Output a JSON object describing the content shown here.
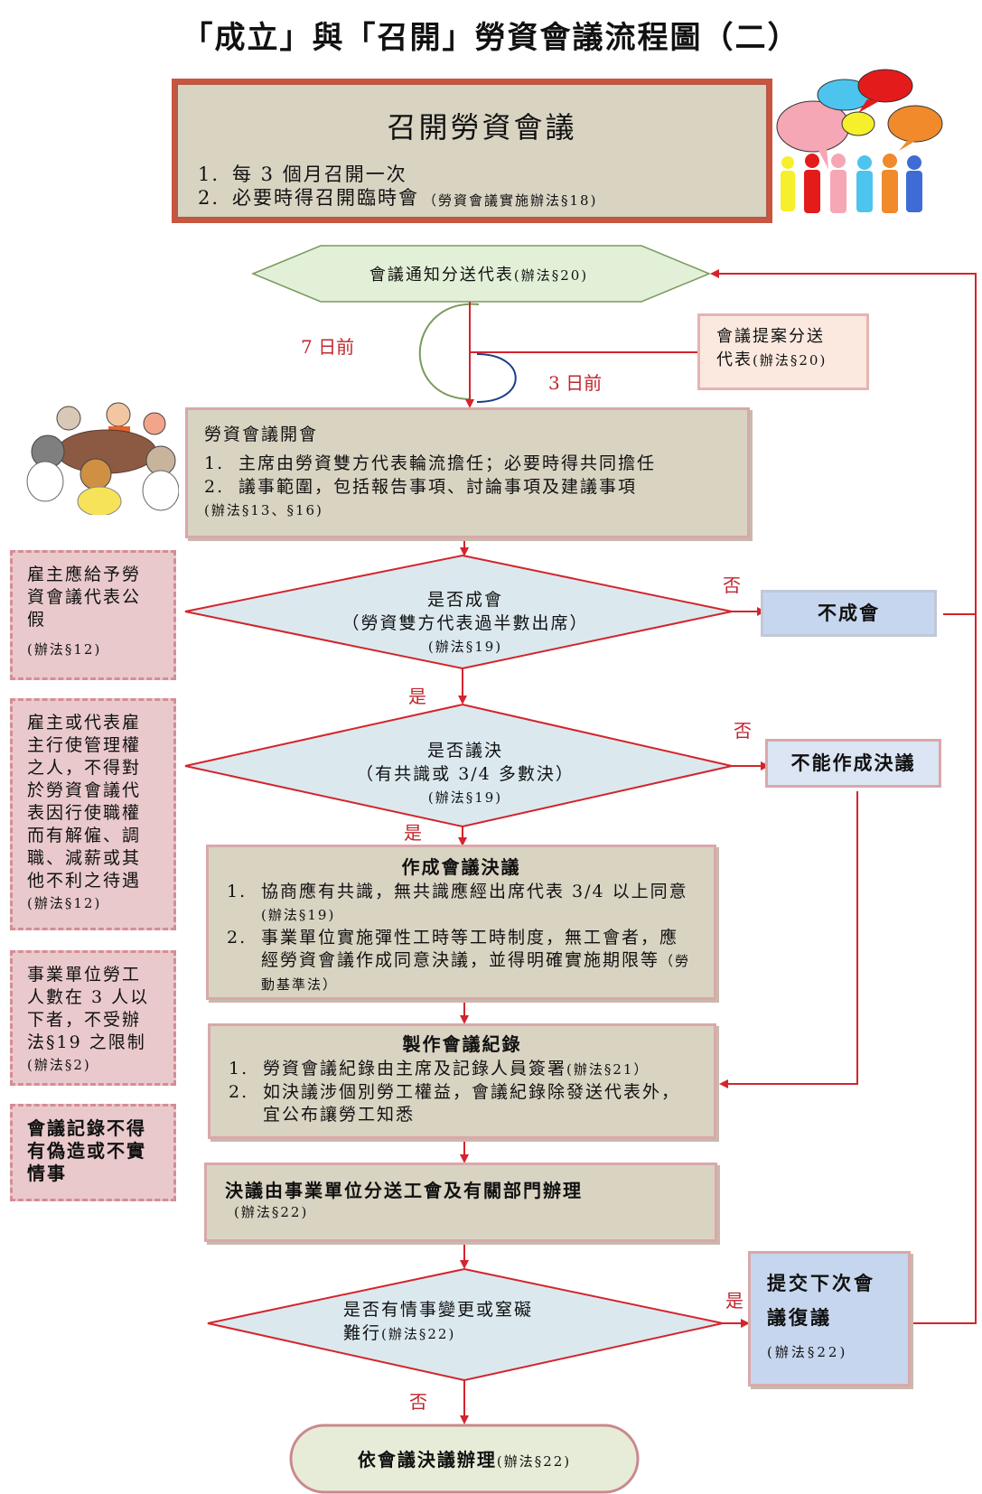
{
  "title": "「成立」與「召開」勞資會議流程圖（二）",
  "top_box": {
    "heading": "召開勞資會議",
    "item1_num": "1.",
    "item1": "每 3 個月召開一次",
    "item2_num": "2.",
    "item2": "必要時得召開臨時會",
    "item2_ref": "（勞資會議實施辦法§18)"
  },
  "notice": {
    "text": "會議通知分送代表",
    "ref": "(辦法§20)"
  },
  "label_7days": "7 日前",
  "label_3days": "3 日前",
  "proposal": {
    "line1": "會議提案分送",
    "line2": "代表",
    "ref": "(辦法§20)"
  },
  "meeting": {
    "heading": "勞資會議開會",
    "item1_num": "1.",
    "item1": "主席由勞資雙方代表輪流擔任；必要時得共同擔任",
    "item2_num": "2.",
    "item2": "議事範圍，包括報告事項、討論事項及建議事項",
    "ref": "(辦法§13、§16)"
  },
  "quorum": {
    "line1": "是否成會",
    "line2": "（勞資雙方代表過半數出席）",
    "ref": "(辦法§19)"
  },
  "no_quorum": "不成會",
  "resolve": {
    "line1": "是否議決",
    "line2": "（有共識或 3/4 多數決）",
    "ref": "(辦法§19)"
  },
  "no_resolution": "不能作成決議",
  "resolution": {
    "heading": "作成會議決議",
    "item1_num": "1.",
    "item1": "協商應有共識，無共識應經出席代表 3/4 以上同意",
    "item1_ref": "(辦法§19)",
    "item2_num": "2.",
    "item2": "事業單位實施彈性工時等工時制度，無工會者，應經勞資會議作成同意決議，並得明確實施期限等",
    "item2_ref": "（勞動基準法）"
  },
  "minutes": {
    "heading": "製作會議紀錄",
    "item1_num": "1.",
    "item1": "勞資會議紀錄由主席及記錄人員簽署",
    "item1_ref": "(辦法§21）",
    "item2_num": "2.",
    "item2": "如決議涉個別勞工權益，會議紀錄除發送代表外，宜公布讓勞工知悉"
  },
  "dispatch": {
    "text": "決議由事業單位分送工會及有關部門辦理",
    "ref": "(辦法§22)"
  },
  "change": {
    "line1": "是否有情事變更或窒礙",
    "line2": "難行",
    "ref": "(辦法§22)"
  },
  "next_meeting": {
    "line1": "提交下次會",
    "line2": "議復議",
    "ref": "(辦法§22)"
  },
  "final": {
    "text": "依會議決議辦理",
    "ref": "(辦法§22)"
  },
  "notes": {
    "leave": {
      "text": "雇主應給予勞資會議代表公假",
      "ref": "(辦法§12)"
    },
    "protection": {
      "text": "雇主或代表雇主行使管理權之人，不得對於勞資會議代表因行使職權而有解僱、調職、減薪或其他不利之待遇",
      "ref": "(辦法§12)"
    },
    "exemption": {
      "text": "事業單位勞工人數在 3 人以下者，不受辦法§19 之限制",
      "ref": "(辦法§2)"
    },
    "honesty": {
      "text": "會議記錄不得有偽造或不實情事"
    }
  },
  "yes_label": "是",
  "no_label": "否",
  "colors": {
    "arrow": "#d4242c",
    "tan": "#d9d3c2",
    "diamond": "#dbe9ef",
    "hexagon": "#e3f0d8",
    "blue_box": "#c6d6ee",
    "note": "#e9c9cc"
  },
  "icons": [
    "speech-bubbles-people-icon",
    "meeting-table-people-icon"
  ]
}
